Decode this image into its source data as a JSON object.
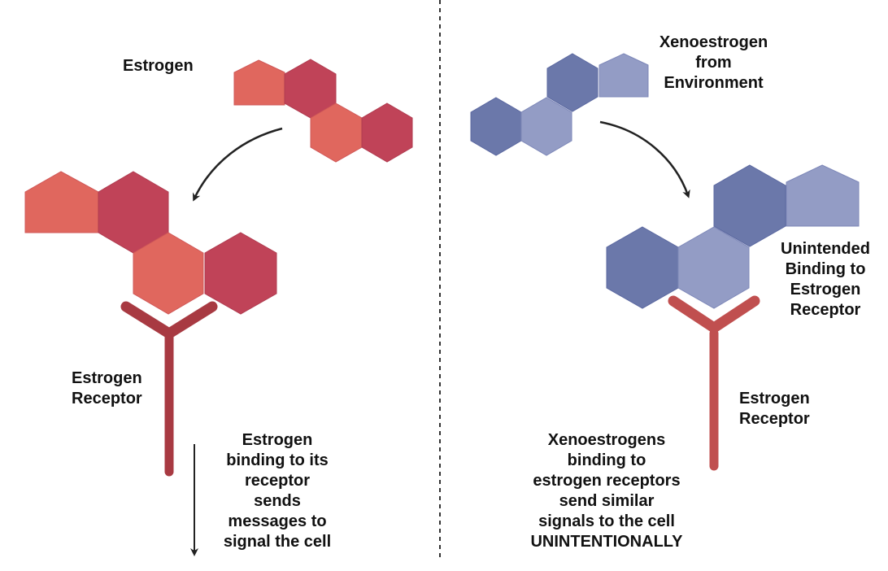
{
  "left": {
    "ligand_label": "Estrogen",
    "receptor_label": "Estrogen\nReceptor",
    "caption": "Estrogen\nbinding to its\nreceptor\nsends\nmessages to\nsignal the cell"
  },
  "right": {
    "ligand_label": "Xenoestrogen\nfrom\nEnvironment",
    "binding_label": "Unintended\nBinding to\nEstrogen\nReceptor",
    "receptor_label": "Estrogen\nReceptor",
    "caption": "Xenoestrogens\nbinding to\nestrogen receptors\nsend similar\nsignals to the cell\nUNINTENTIONALLY"
  },
  "colors": {
    "estrogen_light": "#E0675E",
    "estrogen_dark": "#C04358",
    "xeno_dark": "#6B78AA",
    "xeno_light": "#939CC5",
    "receptor": "#A83A42",
    "divider": "#333333",
    "arrow": "#222222"
  },
  "icons": {
    "estrogen": "estrogen-molecule-icon",
    "xenoestrogen": "xenoestrogen-molecule-icon",
    "receptor": "y-shaped-receptor-icon"
  }
}
